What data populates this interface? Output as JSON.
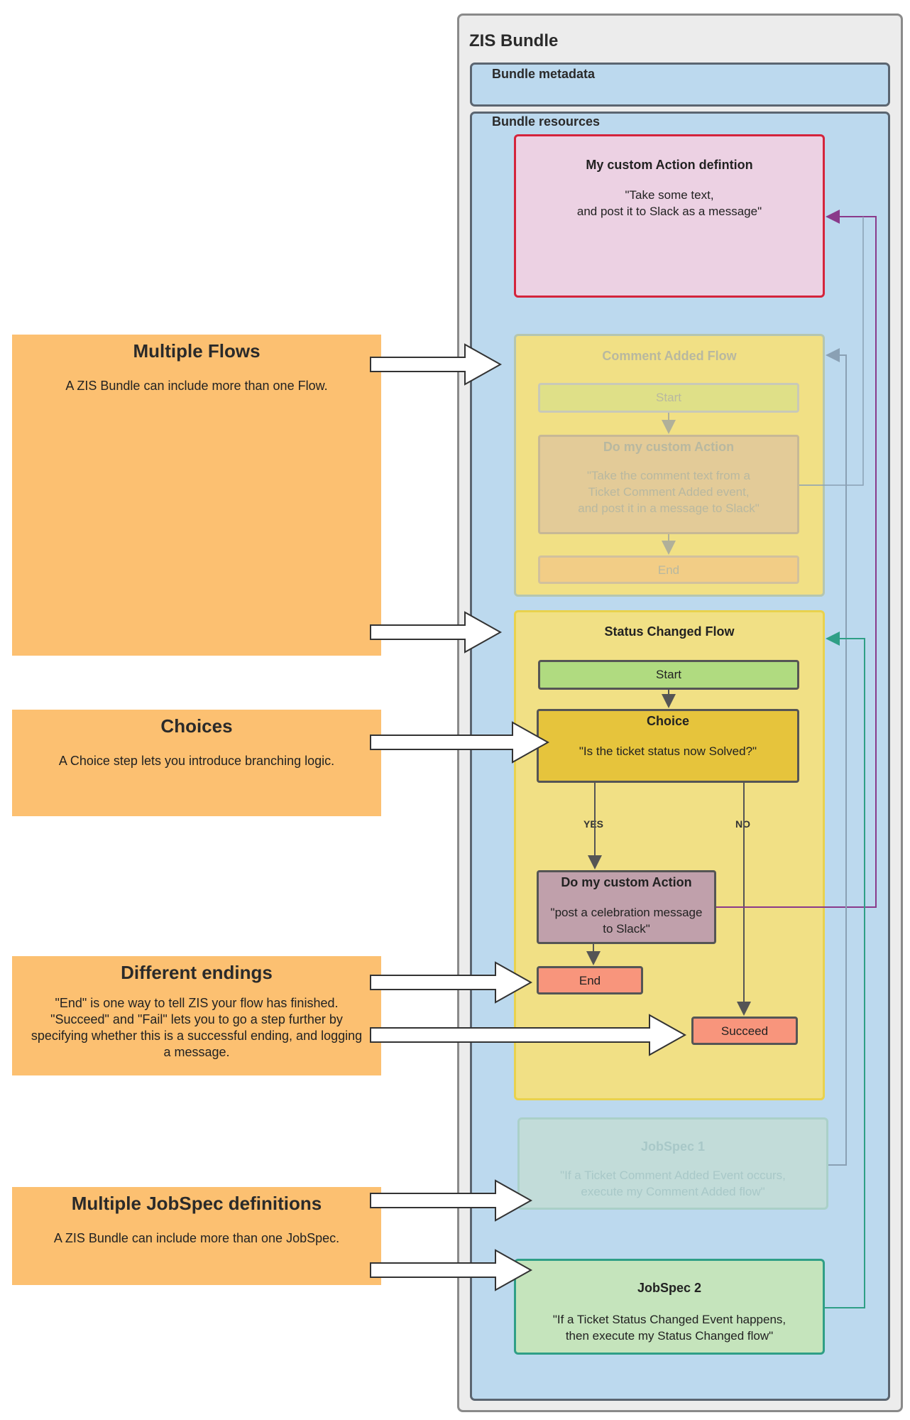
{
  "bundle": {
    "title": "ZIS Bundle",
    "metadata_title": "Bundle metadata",
    "resources_title": "Bundle resources"
  },
  "action_definition": {
    "title": "My custom Action defintion",
    "text_line1": "\"Take some text,",
    "text_line2": "and post it to Slack as a message\""
  },
  "comment_flow": {
    "title": "Comment Added Flow",
    "start": "Start",
    "action_title": "Do my custom Action",
    "action_line1": "\"Take the comment text from a",
    "action_line2": "Ticket Comment Added event,",
    "action_line3": "and post it in a message to Slack\"",
    "end": "End"
  },
  "status_flow": {
    "title": "Status Changed Flow",
    "start": "Start",
    "choice_title": "Choice",
    "choice_text": "\"Is the ticket status now Solved?\"",
    "yes_label": "YES",
    "no_label": "NO",
    "action_title": "Do my custom Action",
    "action_line1": "\"post a celebration message",
    "action_line2": "to Slack\"",
    "end": "End",
    "succeed": "Succeed"
  },
  "jobspec1": {
    "title": "JobSpec 1",
    "line1": "\"If a Ticket Comment Added Event occurs,",
    "line2": "execute my Comment Added flow\""
  },
  "jobspec2": {
    "title": "JobSpec 2",
    "line1": "\"If a Ticket Status Changed Event happens,",
    "line2": "then execute my Status Changed flow\""
  },
  "callouts": {
    "multiple_flows": {
      "title": "Multiple Flows",
      "text": "A ZIS Bundle can include more than one Flow."
    },
    "choices": {
      "title": "Choices",
      "text": "A Choice step lets you introduce branching logic."
    },
    "endings": {
      "title": "Different endings",
      "line1": "\"End\" is one way to tell ZIS your flow has finished.",
      "line2": "\"Succeed\" and \"Fail\" lets you to go a step further by",
      "line3": "specifying whether this is a successful ending, and logging",
      "line4": "a message."
    },
    "jobspecs": {
      "title": "Multiple JobSpec definitions",
      "text": "A ZIS Bundle can include more than one JobSpec."
    }
  },
  "colors": {
    "callout": "#fcc071",
    "bundle_bg": "#ececec",
    "resources_bg": "#bcd9ee",
    "action_border": "#d4243c",
    "purple_line": "#8a3a8a",
    "teal_line": "#2f9f86",
    "gray_line": "#8aa0b4"
  }
}
